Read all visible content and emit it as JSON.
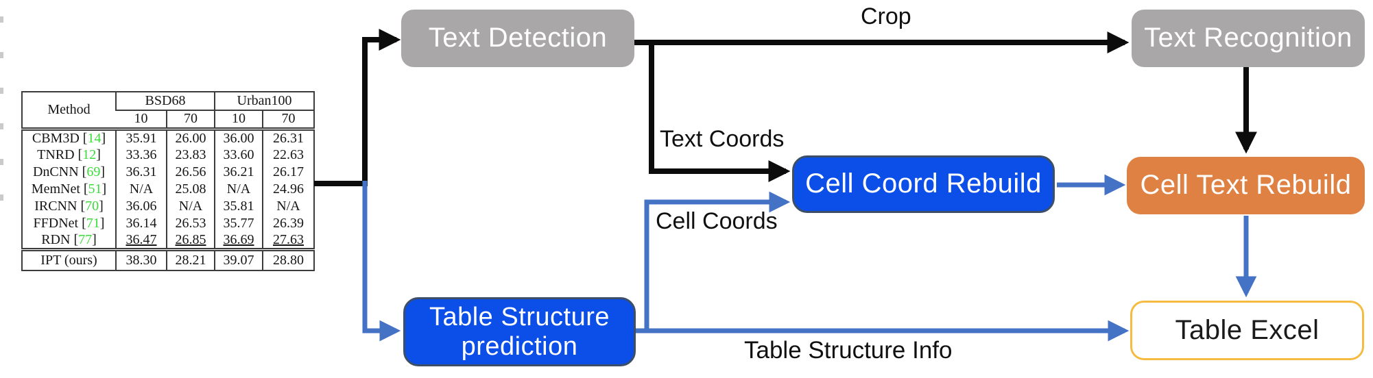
{
  "colors": {
    "box_gray": "#a9a7a7",
    "box_blue": "#0c4fe8",
    "box_blue_border": "#3d4f68",
    "box_orange": "#de8142",
    "box_gold": "#f5bb41",
    "arrow_blue": "#4472c4",
    "arrow_black": "#0c0c0c",
    "cite_green": "#38dd38"
  },
  "nodes": {
    "text_detection": {
      "label": "Text Detection"
    },
    "text_recognition": {
      "label": "Text Recognition"
    },
    "cell_coord_rebuild": {
      "label": "Cell Coord Rebuild"
    },
    "cell_text_rebuild": {
      "label": "Cell Text Rebuild"
    },
    "table_structure_prediction": {
      "label": "Table Structure prediction"
    },
    "table_excel": {
      "label": "Table Excel"
    }
  },
  "edge_labels": {
    "crop": "Crop",
    "text_coords": "Text Coords",
    "cell_coords": "Cell Coords",
    "table_structure_info": "Table Structure Info"
  },
  "table": {
    "header": {
      "method": "Method",
      "groups": [
        {
          "label": "BSD68",
          "subs": [
            "10",
            "70"
          ]
        },
        {
          "label": "Urban100",
          "subs": [
            "10",
            "70"
          ]
        }
      ]
    },
    "rows": [
      {
        "method": "CBM3D",
        "cite": "14",
        "values": [
          "35.91",
          "26.00",
          "36.00",
          "26.31"
        ]
      },
      {
        "method": "TNRD",
        "cite": "12",
        "values": [
          "33.36",
          "23.83",
          "33.60",
          "22.63"
        ]
      },
      {
        "method": "DnCNN",
        "cite": "69",
        "values": [
          "36.31",
          "26.56",
          "36.21",
          "26.17"
        ]
      },
      {
        "method": "MemNet",
        "cite": "51",
        "values": [
          "N/A",
          "25.08",
          "N/A",
          "24.96"
        ]
      },
      {
        "method": "IRCNN",
        "cite": "70",
        "values": [
          "36.06",
          "N/A",
          "35.81",
          "N/A"
        ]
      },
      {
        "method": "FFDNet",
        "cite": "71",
        "values": [
          "36.14",
          "26.53",
          "35.77",
          "26.39"
        ]
      },
      {
        "method": "RDN",
        "cite": "77",
        "values": [
          "36.47",
          "26.85",
          "36.69",
          "27.63"
        ],
        "underline": true
      },
      {
        "method": "IPT (ours)",
        "cite": null,
        "values": [
          "38.30",
          "28.21",
          "39.07",
          "28.80"
        ],
        "bold": true,
        "separator_above": true
      }
    ]
  }
}
